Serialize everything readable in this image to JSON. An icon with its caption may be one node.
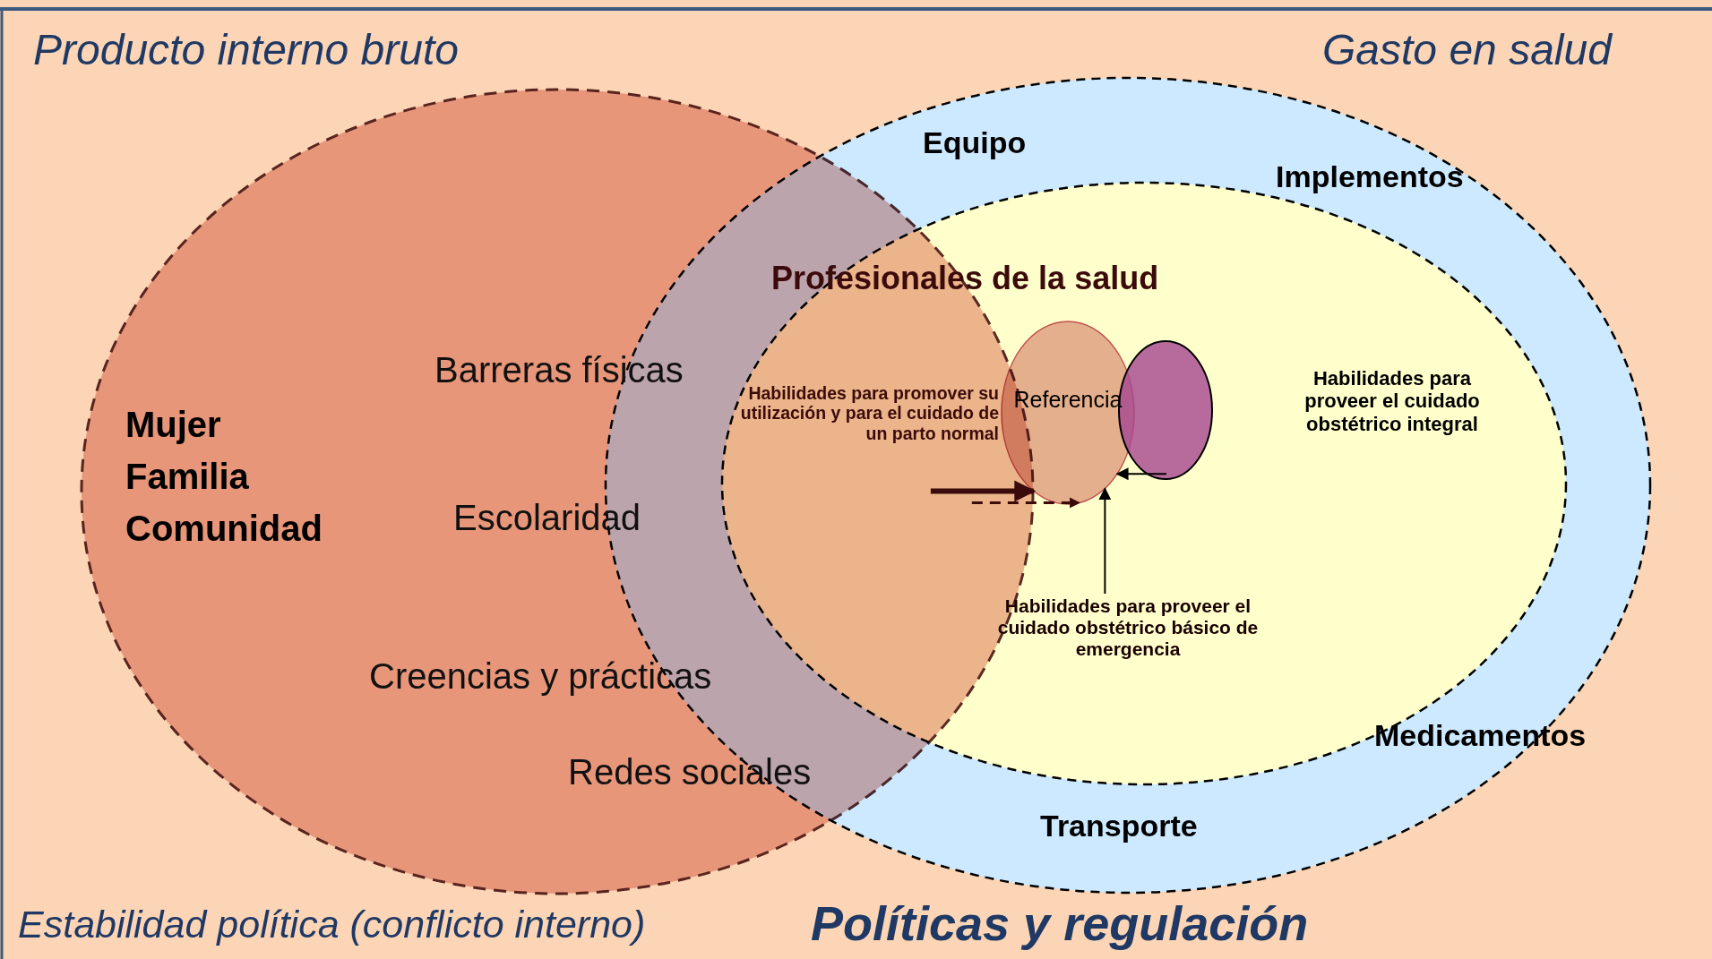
{
  "diagram": {
    "nodes": [
      {
        "text": [
          "Mujer Familia Comunidad"
        ]
      },
      {
        "text": [
          "Equipo",
          "Implementos",
          "Medicamentos",
          "Transporte"
        ]
      },
      {
        "text": [
          "Profesionales de la salud",
          "Habilidades para proveer el  cuidado obstétrico integral"
        ],
        "in": 1
      },
      {
        "text": [
          "Referencia"
        ],
        "in": 2
      },
      {
        "text": [],
        "shape": "circle",
        "in": 2
      },
      {
        "text": [
          "Habilidades para promover su  utilización y para el cuidado de un parto normal"
        ]
      },
      {
        "text": [
          "Habilidades para proveer el cuidado obstétrico básico de emergencia"
        ],
        "in": 2
      }
    ],
    "edges": [
      {
        "from": 0,
        "to": 3,
        "arrow": "to",
        "style": "thick",
        "color": "#3b0a0a"
      },
      {
        "from": 0,
        "to": 3,
        "arrow": "to",
        "style": "dashed",
        "color": "#3b0a0a"
      },
      {
        "from": 6,
        "to": 3,
        "arrow": "to"
      },
      {
        "from": 4,
        "to": 3,
        "arrow": "to"
      }
    ],
    "labels": [
      "Producto interno bruto",
      "Gasto en salud",
      "Barreras físicas",
      "Escolaridad",
      "Creencias y prácticas",
      "Redes sociales",
      "Estabilidad política  (conflicto interno)",
      "Políticas y regulación"
    ]
  }
}
